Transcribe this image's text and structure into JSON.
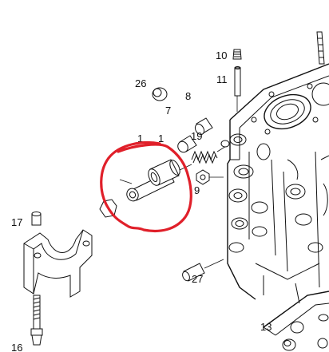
{
  "diagram": {
    "callouts": [
      {
        "id": "callout-10",
        "text": "10"
      },
      {
        "id": "callout-11",
        "text": "11"
      },
      {
        "id": "callout-26",
        "text": "26"
      },
      {
        "id": "callout-8",
        "text": "8"
      },
      {
        "id": "callout-7",
        "text": "7"
      },
      {
        "id": "callout-19",
        "text": "19"
      },
      {
        "id": "callout-9",
        "text": "9"
      },
      {
        "id": "callout-17",
        "text": "17"
      },
      {
        "id": "callout-27",
        "text": "27"
      },
      {
        "id": "callout-16",
        "text": "16"
      },
      {
        "id": "callout-13",
        "text": "13"
      }
    ],
    "annotation_color": "#e0202a",
    "line_color": "#111111",
    "background": "#ffffff"
  }
}
